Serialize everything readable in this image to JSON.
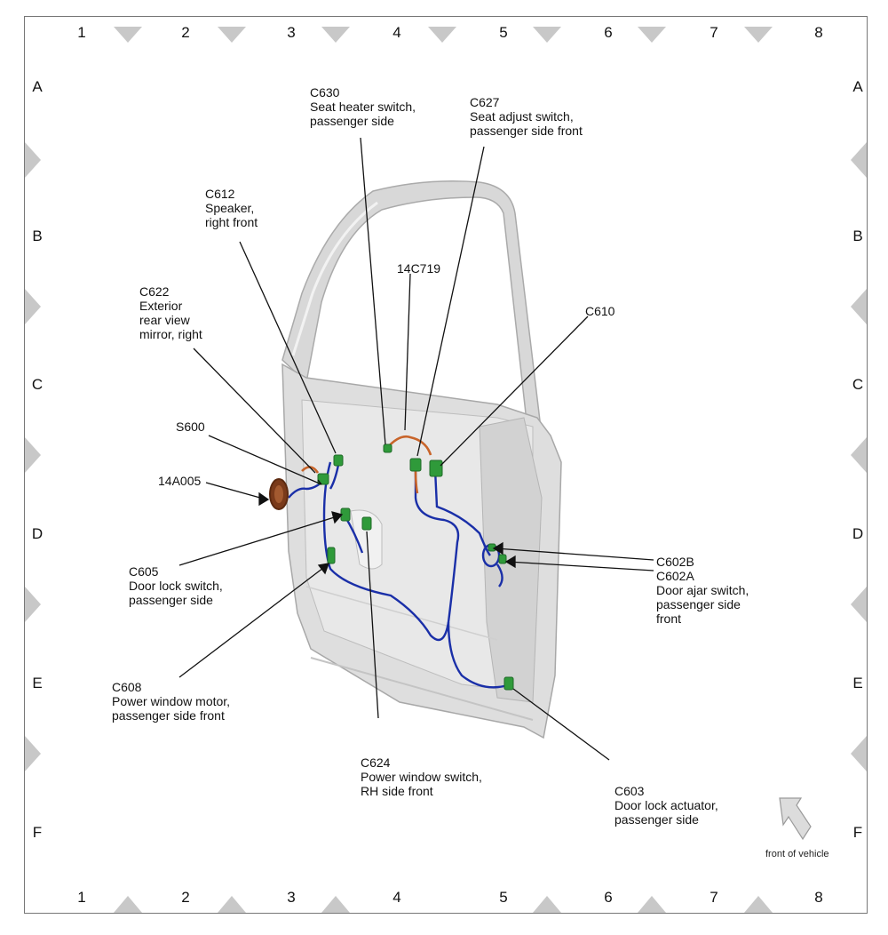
{
  "grid": {
    "columns": [
      "1",
      "2",
      "3",
      "4",
      "5",
      "6",
      "7",
      "8"
    ],
    "rows": [
      "A",
      "B",
      "C",
      "D",
      "E",
      "F"
    ]
  },
  "labels": {
    "c630": [
      "C630",
      "Seat heater switch,",
      "passenger side"
    ],
    "c627": [
      "C627",
      "Seat adjust switch,",
      "passenger side front"
    ],
    "c612": [
      "C612",
      "Speaker,",
      "right front"
    ],
    "c14c719": [
      "14C719"
    ],
    "c622": [
      "C622",
      "Exterior",
      "rear view",
      "mirror, right"
    ],
    "c610": [
      "C610"
    ],
    "s600": [
      "S600"
    ],
    "c14a005": [
      "14A005"
    ],
    "c605": [
      "C605",
      "Door lock switch,",
      "passenger side"
    ],
    "c602b": [
      "C602B"
    ],
    "c602a": [
      "C602A",
      "Door ajar switch,",
      "passenger side",
      "front"
    ],
    "c608": [
      "C608",
      "Power window motor,",
      "passenger side front"
    ],
    "c624": [
      "C624",
      "Power window switch,",
      "RH side front"
    ],
    "c603": [
      "C603",
      "Door lock actuator,",
      "passenger side"
    ]
  },
  "front_of_vehicle": "front of vehicle",
  "colors": {
    "wire_blue": "#1a2fa8",
    "wire_orange": "#c8642a",
    "connector_green": "#2f9a3a",
    "door_panel": "#dcdcdc",
    "grid_marker": "#c8c8c8"
  }
}
